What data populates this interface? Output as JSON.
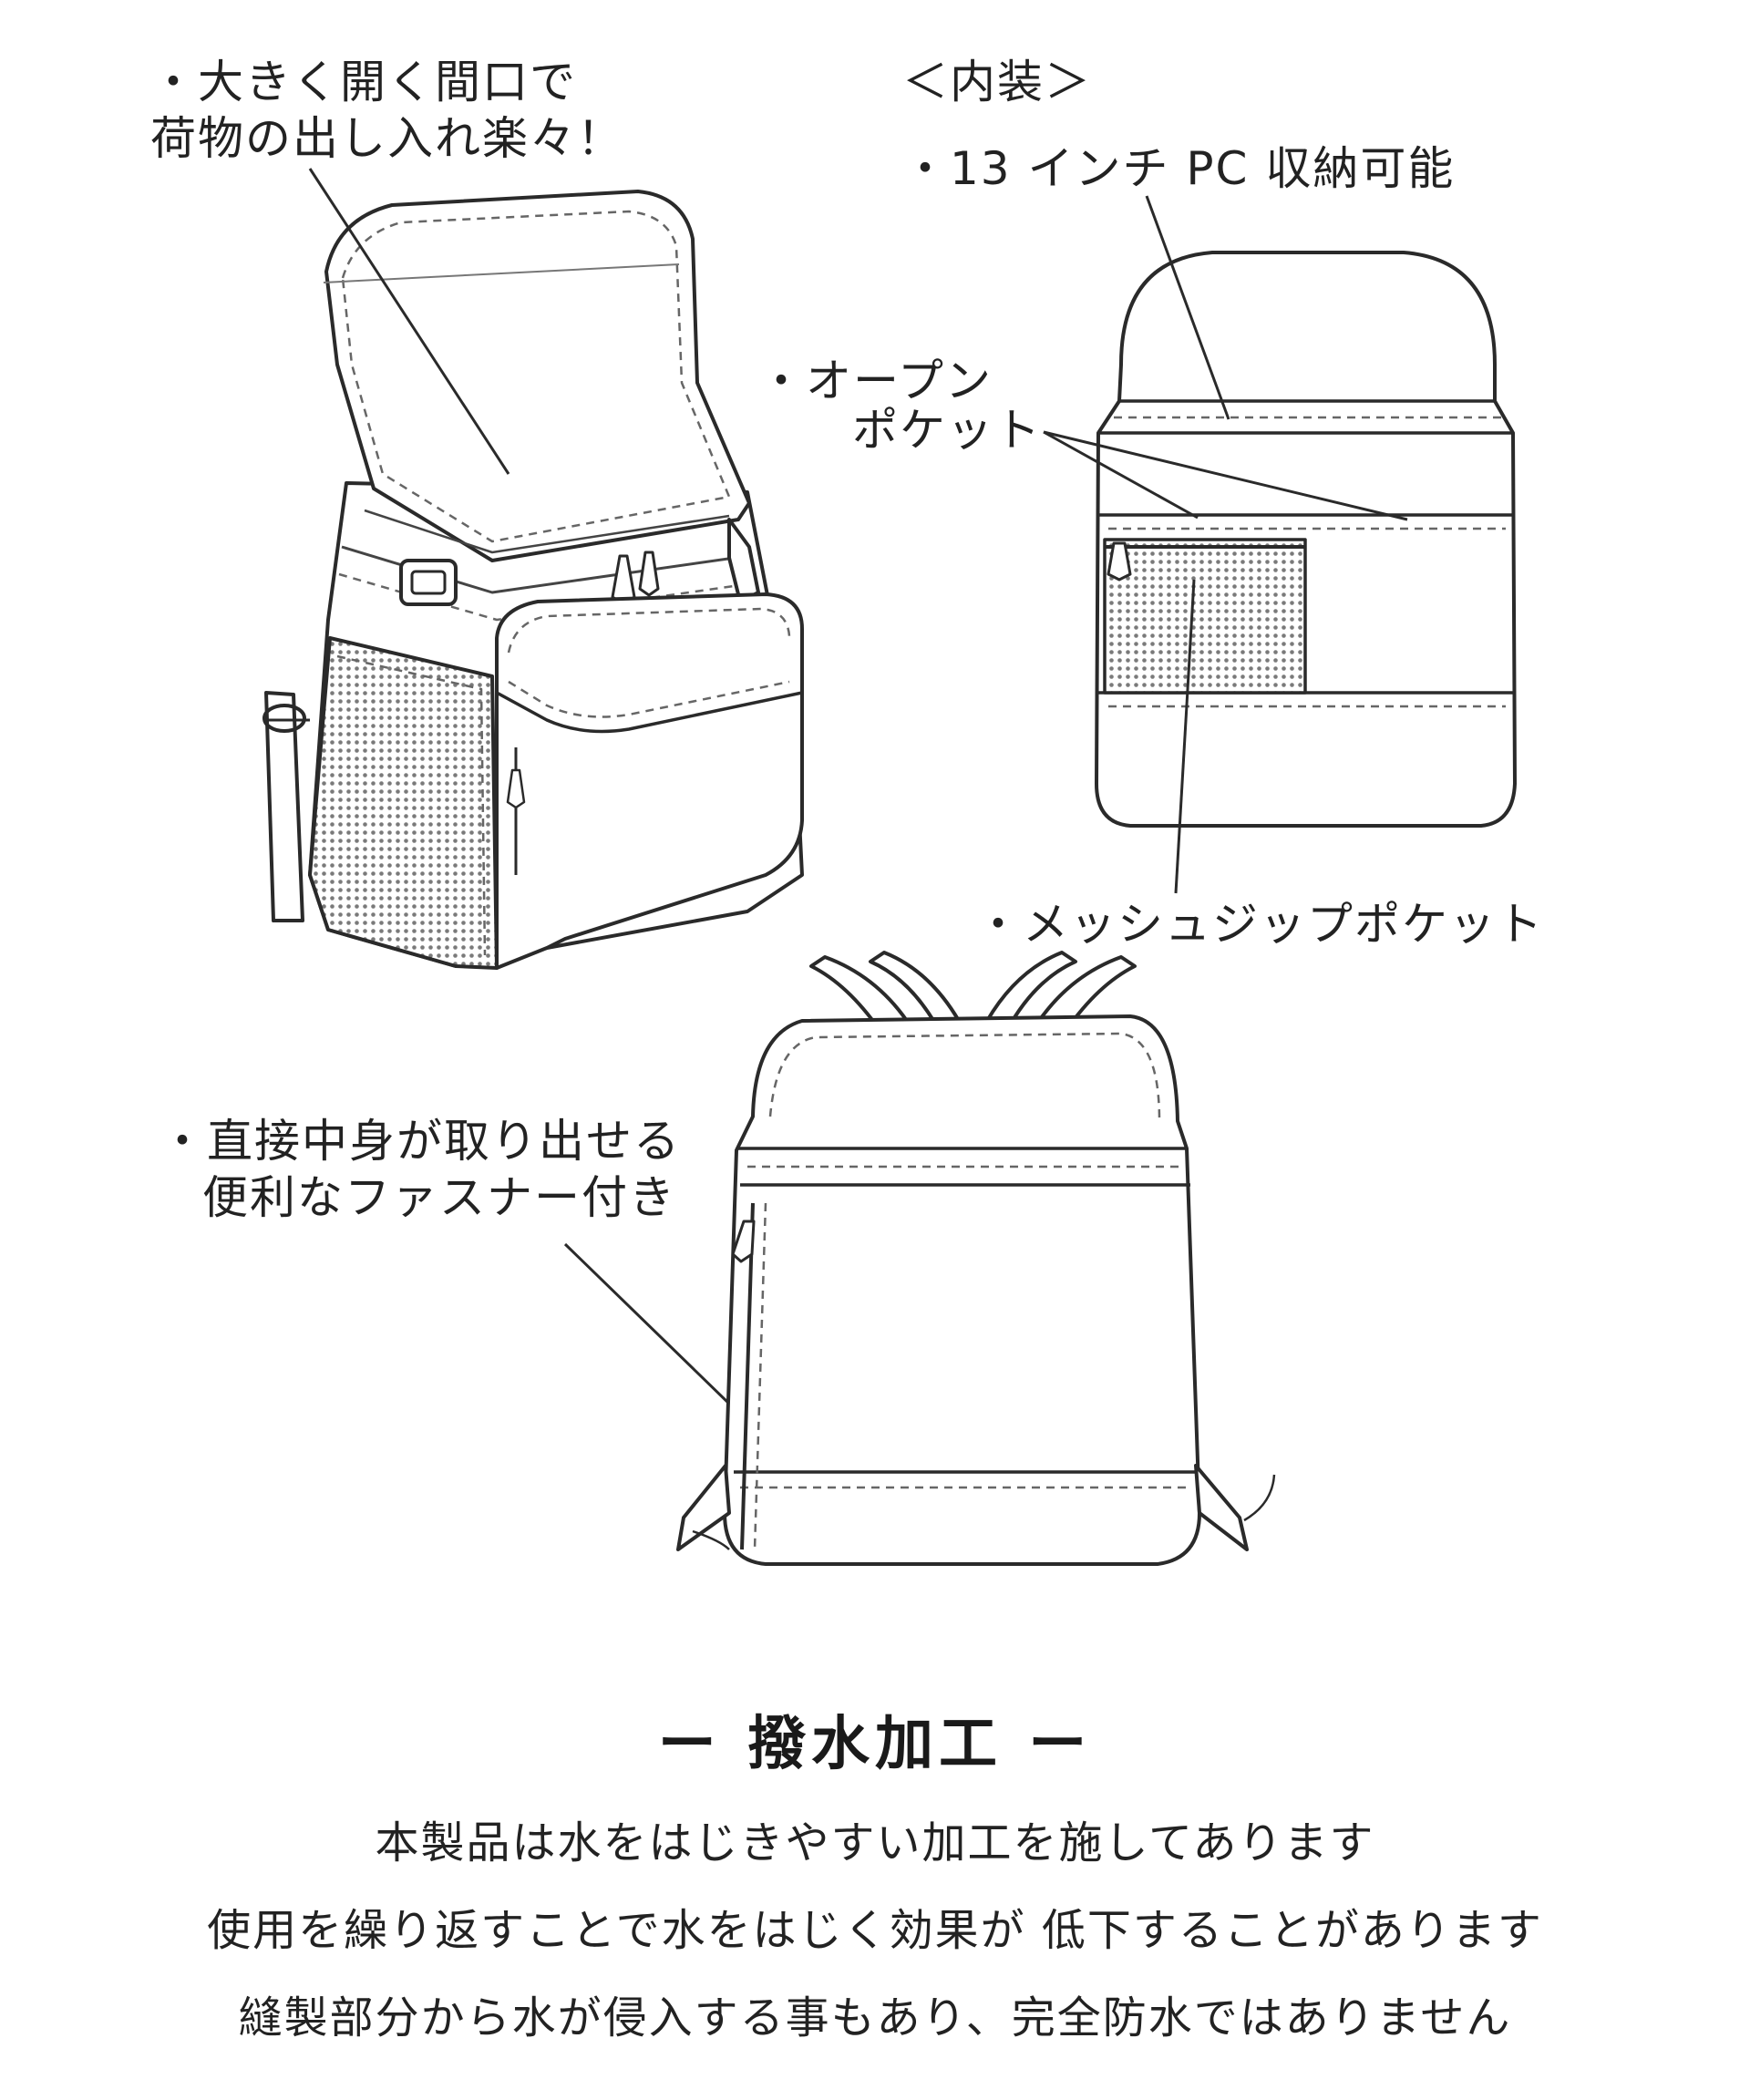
{
  "labels": {
    "opening_line1": "・大きく開く間口で",
    "opening_line2": "荷物の出し入れ楽々！",
    "interior": "＜内装＞",
    "pc": "・13 インチ PC 収納可能",
    "open_pocket_line1": "・オープン",
    "open_pocket_line2": "ポケット",
    "mesh_zip": "・メッシュジップポケット",
    "direct_line1": "・直接中身が取り出せる",
    "direct_line2": "便利なファスナー付き"
  },
  "water_repellent": {
    "heading": "ー 撥水加工 ー",
    "notes": [
      "本製品は水をはじきやすい加工を施してあります",
      "使用を繰り返すことで水をはじく効果が 低下することがあります",
      "縫製部分から水が侵入する事もあり、完全防水ではありません"
    ]
  }
}
